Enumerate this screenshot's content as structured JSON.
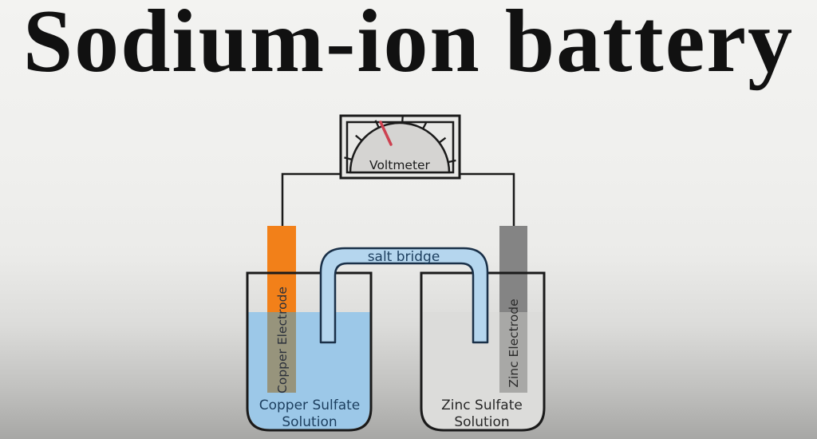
{
  "title": "Sodium-ion battery",
  "diagram": {
    "voltmeter": {
      "label": "Voltmeter"
    },
    "salt_bridge": {
      "label": "salt bridge"
    },
    "left_cell": {
      "electrode_label": "Copper Electrode",
      "solution_label_line1": "Copper Sulfate",
      "solution_label_line2": "Solution"
    },
    "right_cell": {
      "electrode_label": "Zinc Electrode",
      "solution_label_line1": "Zinc Sulfate",
      "solution_label_line2": "Solution"
    },
    "colors": {
      "copper_electrode_orange": "#f28019",
      "copper_electrode_submerged": "#97947c",
      "zinc_electrode_gray": "#848484",
      "zinc_electrode_submerged": "#a8a8a6",
      "copper_solution_blue": "#9cc8e8",
      "zinc_solution_gray": "#dcdcda",
      "salt_bridge_fill": "#b5d6ee",
      "voltmeter_body": "#e9e9e7",
      "voltmeter_dial": "#d5d4d2",
      "needle_red": "#cd4150",
      "outline_black": "#1a1a1a",
      "bridge_outline": "#1a3048",
      "blue_label_text": "#1c3e5e",
      "dark_label_text": "#2a2a2a"
    }
  }
}
